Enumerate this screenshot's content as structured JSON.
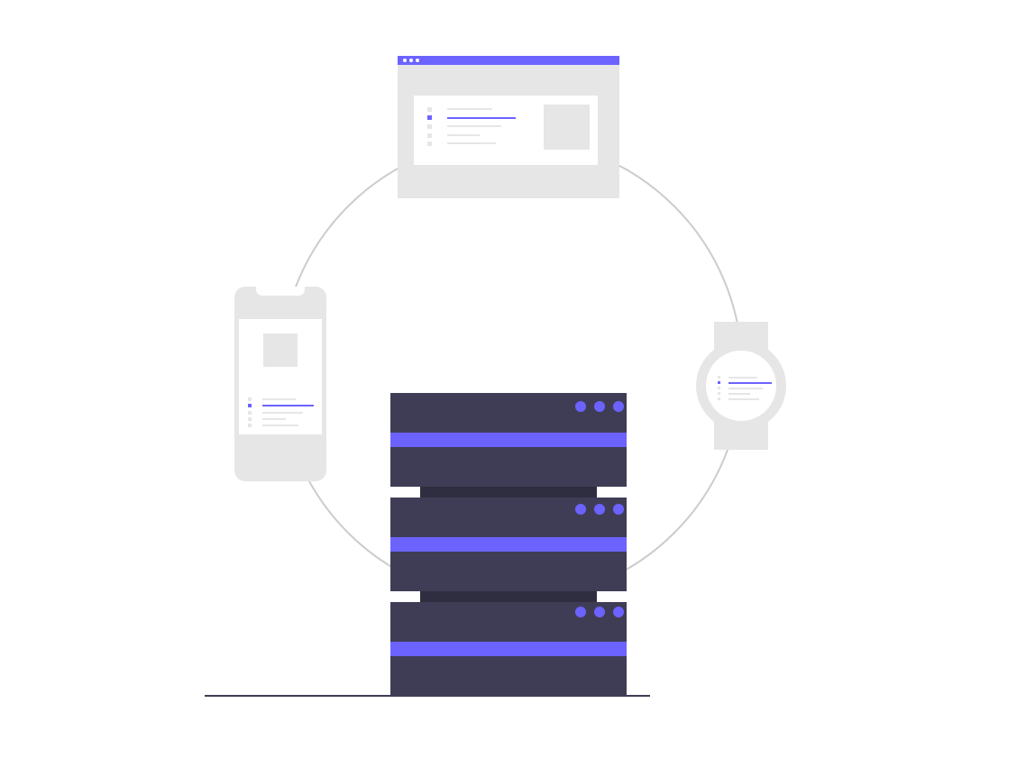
{
  "illustration": {
    "subject": "server-synced-devices",
    "colors": {
      "background": "#ffffff",
      "device_fill": "#e6e6e6",
      "device_screen": "#ffffff",
      "accent": "#6c63ff",
      "server_dark": "#3f3d56",
      "connector_dark": "#2f2e41",
      "orbit_stroke": "#cccccc",
      "placeholder_line": "#e6e6e6",
      "ground_line": "#3f3d56"
    },
    "icons": [
      "browser-window-icon",
      "smartphone-icon",
      "smartwatch-icon",
      "server-rack-icon"
    ],
    "server_units": 3,
    "lights_per_unit": 3
  }
}
